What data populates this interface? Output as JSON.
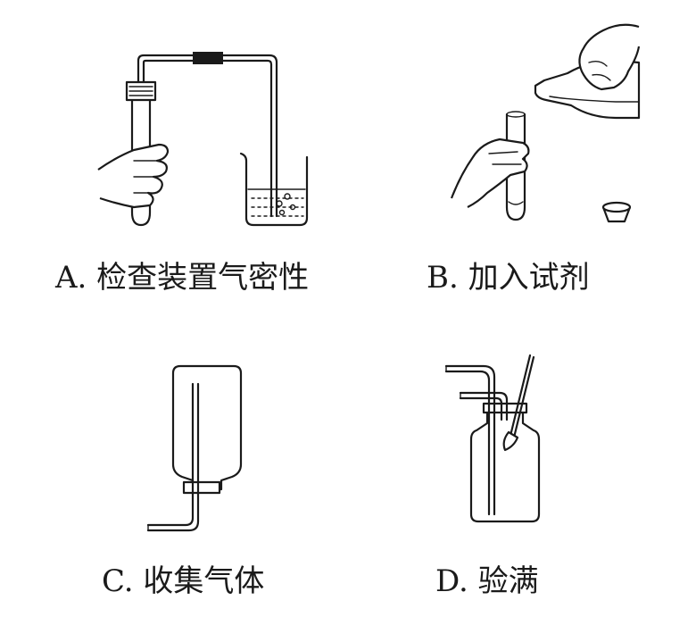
{
  "panels": [
    {
      "id": "A",
      "caption": "A. 检查装置气密性"
    },
    {
      "id": "B",
      "caption": "B. 加入试剂"
    },
    {
      "id": "C",
      "caption": "C. 收集气体"
    },
    {
      "id": "D",
      "caption": "D. 验满"
    }
  ]
}
